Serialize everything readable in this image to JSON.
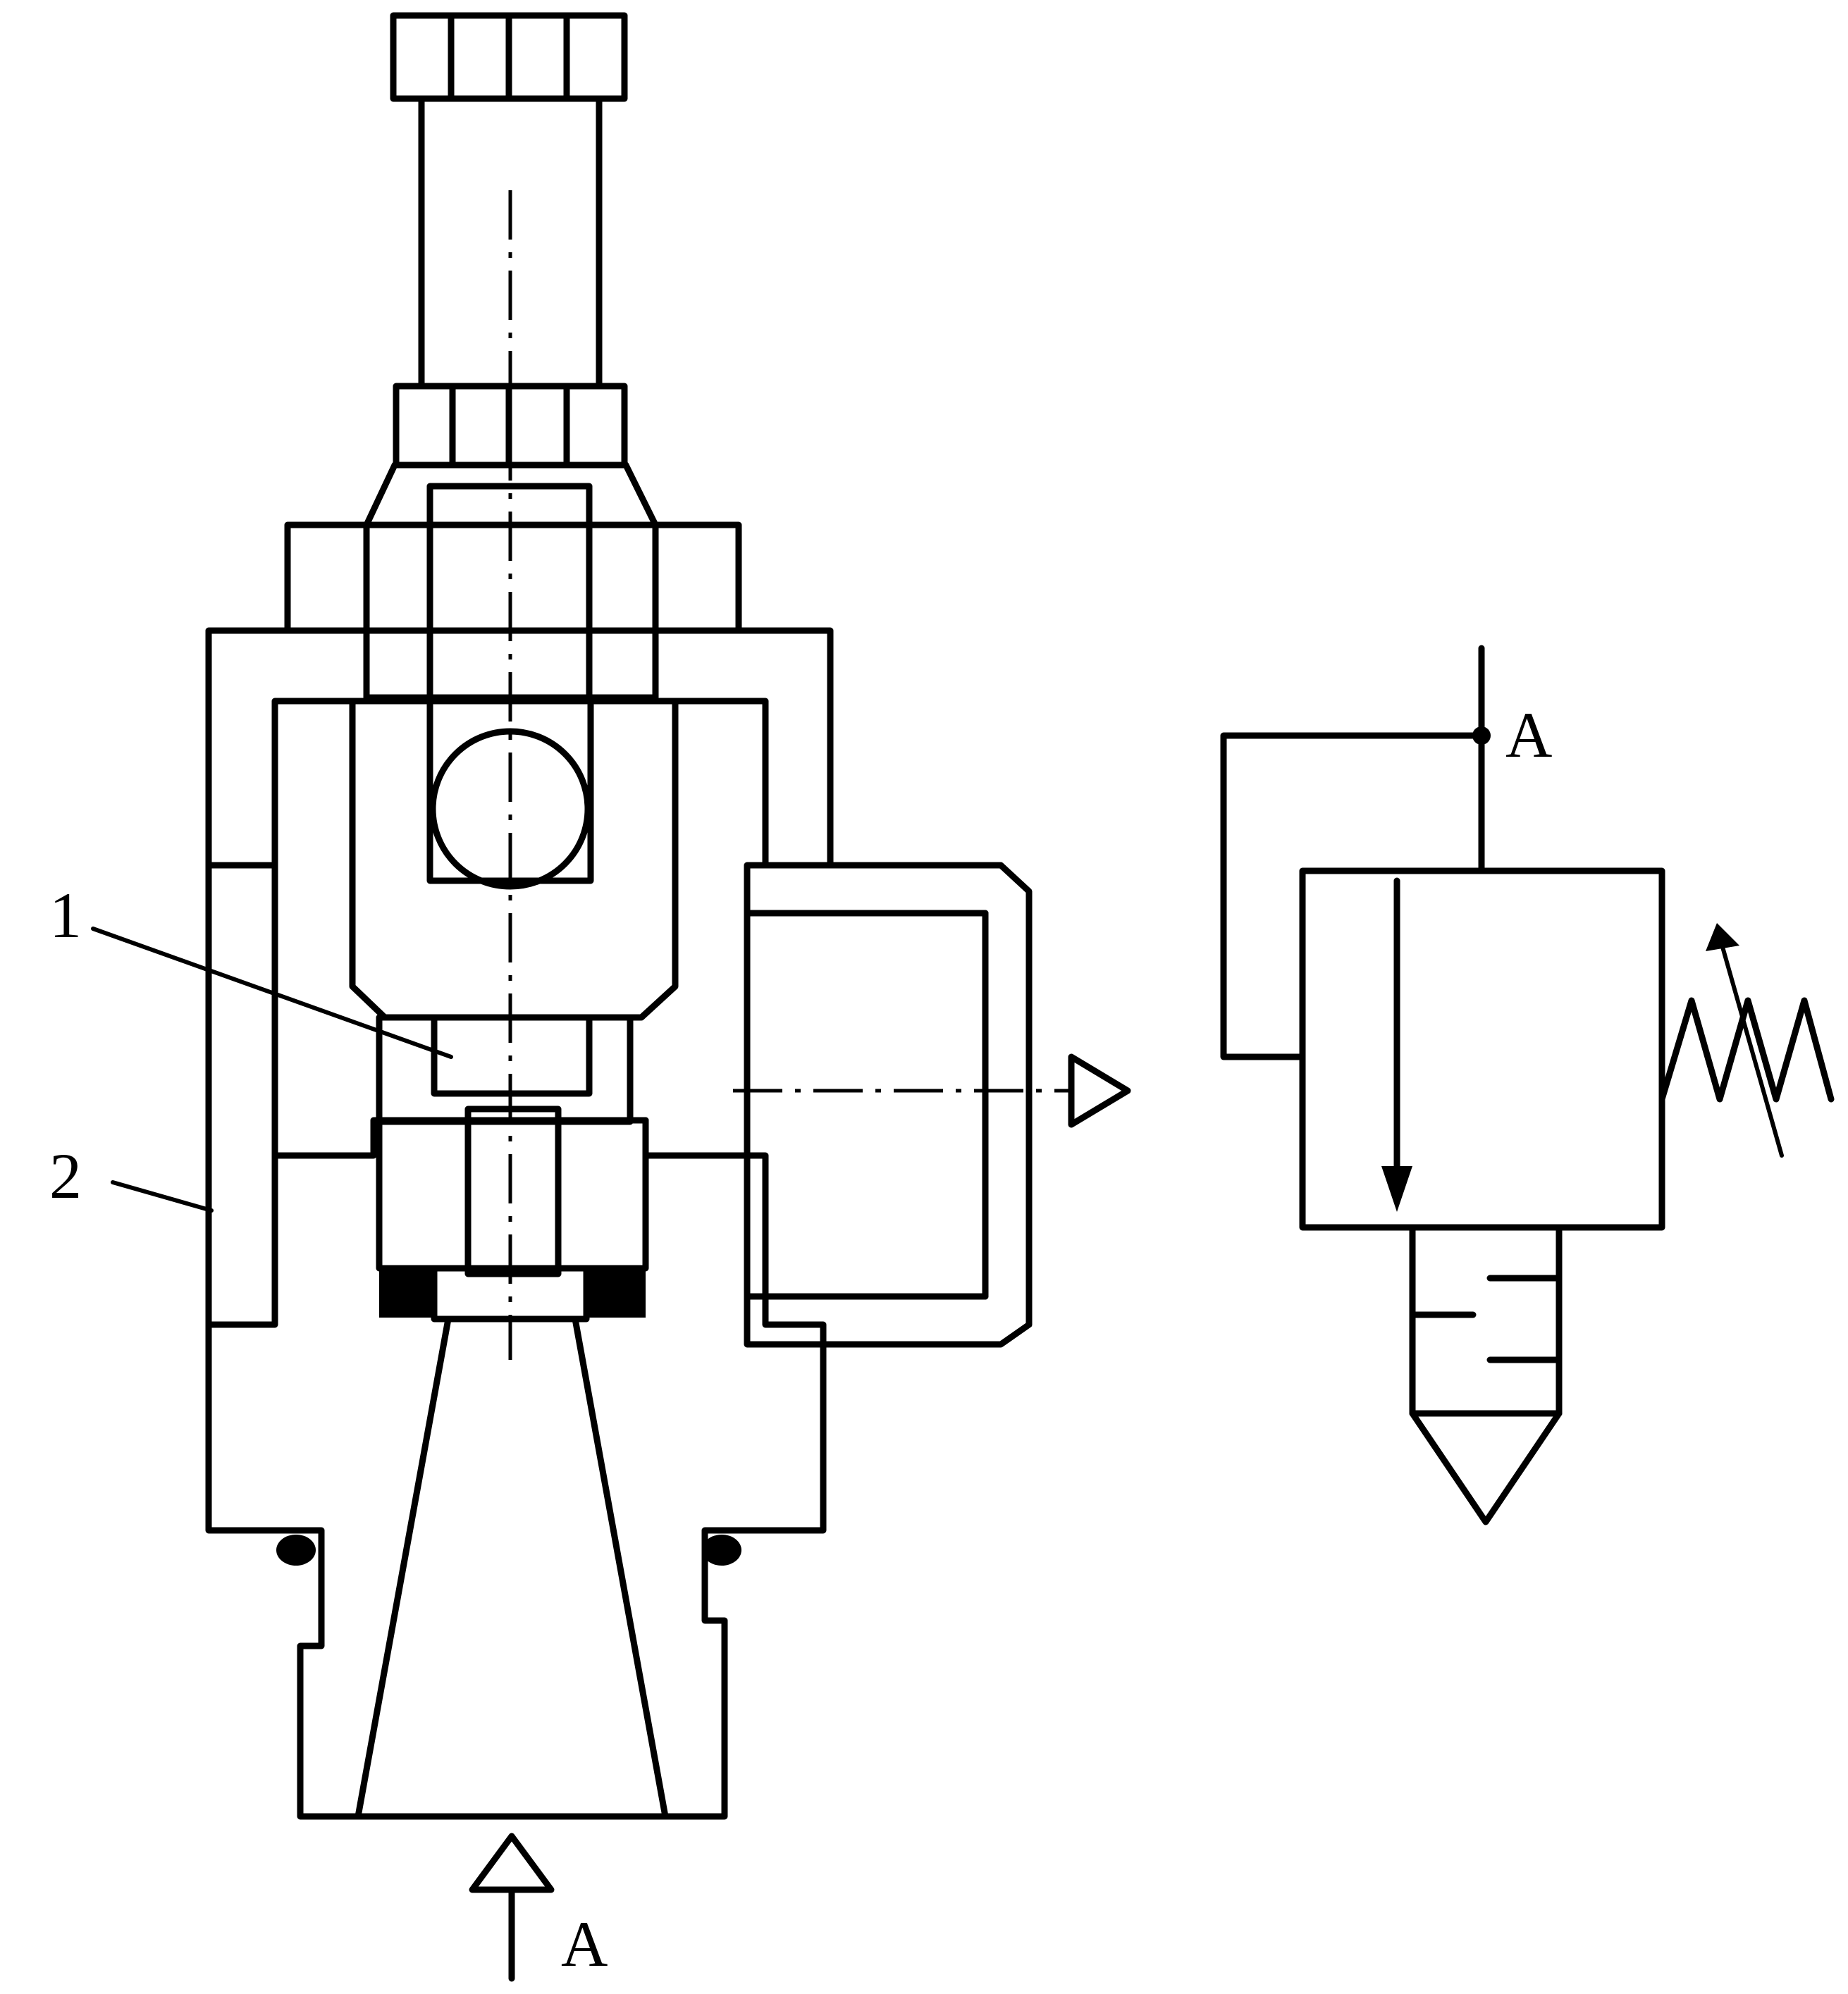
{
  "labels": {
    "part_1": "1",
    "part_2": "2",
    "port_inlet": "A",
    "port_symbol": "A"
  },
  "colors": {
    "ink": "#000000",
    "background": "#ffffff"
  }
}
